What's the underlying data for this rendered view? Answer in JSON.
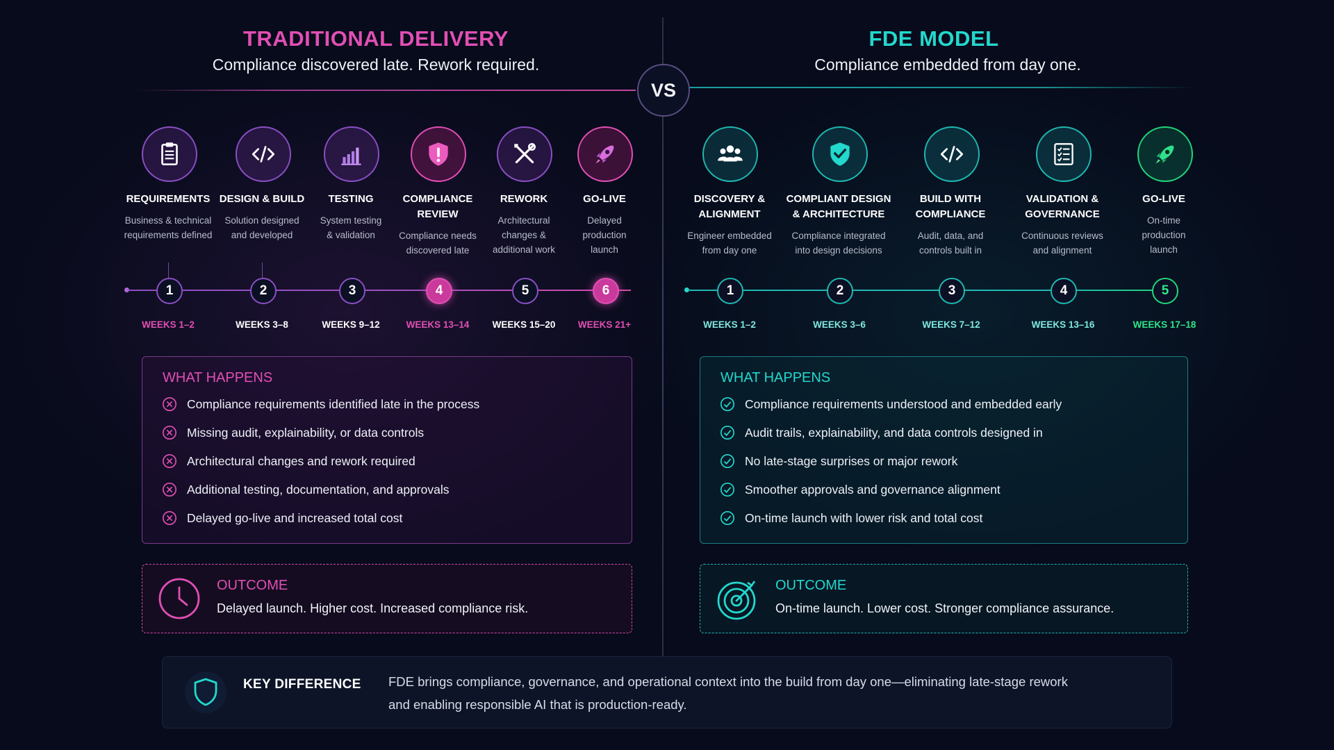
{
  "left": {
    "title": "TRADITIONAL DELIVERY",
    "subtitle": "Compliance discovered late. Rework required.",
    "steps": [
      {
        "title1": "REQUIREMENTS",
        "title2": "",
        "desc1": "Business & technical",
        "desc2": "requirements defined",
        "desc3": "",
        "num": "1",
        "weeks": "WEEKS 1–2",
        "icon": "clipboard-icon"
      },
      {
        "title1": "DESIGN & BUILD",
        "title2": "",
        "desc1": "Solution designed",
        "desc2": "and developed",
        "desc3": "",
        "num": "2",
        "weeks": "WEEKS 3–8",
        "icon": "code-icon"
      },
      {
        "title1": "TESTING",
        "title2": "",
        "desc1": "System testing",
        "desc2": "& validation",
        "desc3": "",
        "num": "3",
        "weeks": "WEEKS 9–12",
        "icon": "bar-chart-icon"
      },
      {
        "title1": "COMPLIANCE",
        "title2": "REVIEW",
        "desc1": "Compliance needs",
        "desc2": "discovered late",
        "desc3": "",
        "num": "4",
        "weeks": "WEEKS 13–14",
        "icon": "shield-alert-icon"
      },
      {
        "title1": "REWORK",
        "title2": "",
        "desc1": "Architectural",
        "desc2": "changes &",
        "desc3": "additional work",
        "num": "5",
        "weeks": "WEEKS 15–20",
        "icon": "tools-icon"
      },
      {
        "title1": "GO-LIVE",
        "title2": "",
        "desc1": "Delayed",
        "desc2": "production",
        "desc3": "launch",
        "num": "6",
        "weeks": "WEEKS 21+",
        "icon": "rocket-icon"
      }
    ],
    "what_happens": {
      "heading": "WHAT HAPPENS",
      "items": [
        "Compliance requirements identified late in the process",
        "Missing audit, explainability, or data controls",
        "Architectural changes and rework required",
        "Additional testing, documentation, and approvals",
        "Delayed go-live and increased total cost"
      ]
    },
    "outcome": {
      "heading": "OUTCOME",
      "text": "Delayed launch. Higher cost. Increased compliance risk."
    }
  },
  "vs": "VS",
  "right": {
    "title": "FDE MODEL",
    "subtitle": "Compliance embedded from day one.",
    "steps": [
      {
        "title1": "DISCOVERY &",
        "title2": "ALIGNMENT",
        "desc1": "Engineer embedded",
        "desc2": "from day one",
        "desc3": "",
        "num": "1",
        "weeks": "WEEKS 1–2",
        "icon": "team-icon"
      },
      {
        "title1": "COMPLIANT DESIGN",
        "title2": "& ARCHITECTURE",
        "desc1": "Compliance integrated",
        "desc2": "into design decisions",
        "desc3": "",
        "num": "2",
        "weeks": "WEEKS 3–6",
        "icon": "shield-check-icon"
      },
      {
        "title1": "BUILD WITH",
        "title2": "COMPLIANCE",
        "desc1": "Audit, data, and",
        "desc2": "controls built in",
        "desc3": "",
        "num": "3",
        "weeks": "WEEKS 7–12",
        "icon": "code-icon"
      },
      {
        "title1": "VALIDATION &",
        "title2": "GOVERNANCE",
        "desc1": "Continuous reviews",
        "desc2": "and alignment",
        "desc3": "",
        "num": "4",
        "weeks": "WEEKS 13–16",
        "icon": "checklist-icon"
      },
      {
        "title1": "GO-LIVE",
        "title2": "",
        "desc1": "On-time",
        "desc2": "production",
        "desc3": "launch",
        "num": "5",
        "weeks": "WEEKS 17–18",
        "icon": "rocket-icon"
      }
    ],
    "what_happens": {
      "heading": "WHAT HAPPENS",
      "items": [
        "Compliance requirements understood and embedded early",
        "Audit trails, explainability, and data controls designed in",
        "No late-stage surprises or major rework",
        "Smoother approvals and governance alignment",
        "On-time launch with lower risk and total cost"
      ]
    },
    "outcome": {
      "heading": "OUTCOME",
      "text": "On-time launch. Lower cost. Stronger compliance assurance."
    }
  },
  "key_difference": {
    "heading": "KEY DIFFERENCE",
    "line1": "FDE brings compliance, governance, and operational context into the build from day one—eliminating late-stage rework",
    "line2": "and enabling responsible AI that is production-ready."
  },
  "colors": {
    "left_accent": "#e14fb4",
    "left_purple": "#8a4fc4",
    "right_accent": "#23d8cd",
    "right_green": "#21d57a",
    "background": "#070b1b"
  }
}
